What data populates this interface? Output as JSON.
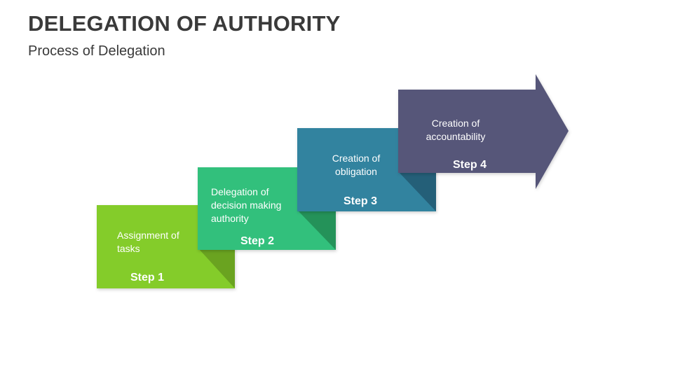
{
  "header": {
    "title": "DELEGATION OF AUTHORITY",
    "subtitle": "Process of Delegation"
  },
  "colors": {
    "step1": "#84cc2a",
    "step1_fold": "#6aa320",
    "step2": "#33c07b",
    "step2_fold": "#249259",
    "step3": "#31839f",
    "step3_fold": "#245f78",
    "step4": "#575679",
    "text": "#ffffff"
  },
  "steps": [
    {
      "label": "Step 1",
      "text": "Assignment of tasks"
    },
    {
      "label": "Step 2",
      "text": "Delegation of decision making authority"
    },
    {
      "label": "Step 3",
      "text": "Creation of obligation"
    },
    {
      "label": "Step 4",
      "text": "Creation of accountability"
    }
  ]
}
